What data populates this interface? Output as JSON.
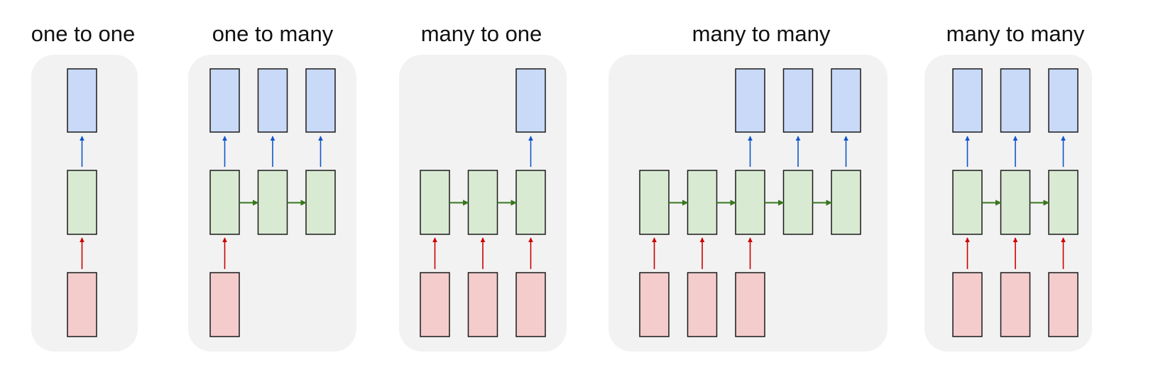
{
  "colors": {
    "panel_bg": "#f2f2f2",
    "input_fill": "#f4cccc",
    "hidden_fill": "#d9ead3",
    "output_fill": "#c9daf8",
    "box_stroke": "#1a1a1a",
    "input_arrow": "#cc0000",
    "recurrent_arrow": "#38761d",
    "output_arrow": "#1155cc"
  },
  "panels": [
    {
      "title": "one to one",
      "inputs": [
        0
      ],
      "hidden": [
        0
      ],
      "outputs": [
        0
      ],
      "cols": 1
    },
    {
      "title": "one to many",
      "inputs": [
        0
      ],
      "hidden": [
        0,
        1,
        2
      ],
      "outputs": [
        0,
        1,
        2
      ],
      "cols": 3
    },
    {
      "title": "many to one",
      "inputs": [
        0,
        1,
        2
      ],
      "hidden": [
        0,
        1,
        2
      ],
      "outputs": [
        2
      ],
      "cols": 3
    },
    {
      "title": "many to many",
      "inputs": [
        0,
        1,
        2
      ],
      "hidden": [
        0,
        1,
        2,
        3,
        4
      ],
      "outputs": [
        2,
        3,
        4
      ],
      "cols": 5
    },
    {
      "title": "many to many",
      "inputs": [
        0,
        1,
        2
      ],
      "hidden": [
        0,
        1,
        2
      ],
      "outputs": [
        0,
        1,
        2
      ],
      "cols": 3
    }
  ]
}
